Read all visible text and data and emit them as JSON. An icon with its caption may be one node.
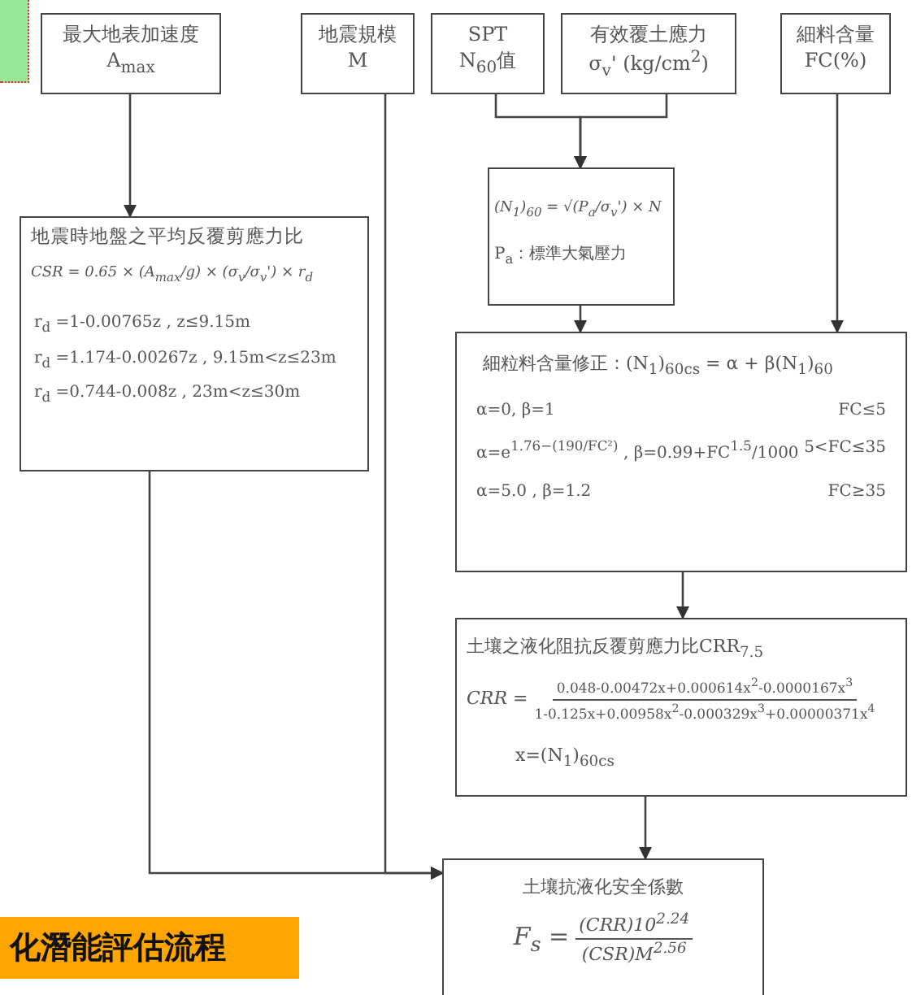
{
  "diagram": {
    "title": "化潛能評估流程",
    "nodes": [
      {
        "text": [
          "最大地表加速度",
          "A$_{max}$"
        ]
      },
      {
        "text": [
          "地震規模",
          "M"
        ]
      },
      {
        "text": [
          "SPT",
          "N$_{60}$值"
        ]
      },
      {
        "text": [
          "有效覆土應力",
          "σ$_{v}$' (kg/cm$^{2}$)"
        ]
      },
      {
        "text": [
          "細料含量",
          "FC(%)"
        ]
      },
      {
        "text": [
          "(N$_{1}$)$_{60}$ = √(P$_{a}$/σ$_{v}$') × N",
          "P$_{a}$：標準大氣壓力"
        ]
      },
      {
        "text": [
          "地震時地盤之平均反覆剪應力比",
          "CSR = 0.65 × (A$_{max}$/g) × (σ$_{v}$/σ$_{v}$') × r$_{d}$",
          "r$_{d}$ =1-0.00765z , z≤9.15m",
          "r$_{d}$ =1.174-0.00267z , 9.15m<z≤23m",
          "r$_{d}$ =0.744-0.008z , 23m<z≤30m"
        ]
      },
      {
        "text": [
          "細粒料含量修正：(N$_{1}$)$_{60cs}$ = α + β(N$_{1}$)$_{60}$",
          "α=0,  β=1",
          "FC≤5",
          "α=e$^{1.76−(190/FC²)}$ , β=0.99+FC$^{1.5}$/1000",
          "5<FC≤35",
          "α=5.0 , β=1.2",
          "FC≥35"
        ]
      },
      {
        "text": [
          "土壤之液化阻抗反覆剪應力比CRR$_{7.5}$",
          "CRR =",
          "0.048-0.00472x+0.000614x$^{2}$-0.0000167x$^{3}$",
          "1-0.125x+0.00958x$^{2}$-0.000329x$^{3}$+0.00000371x$^{4}$",
          "x=(N$_{1}$)$_{60cs}$"
        ]
      },
      {
        "text": [
          "土壤抗液化安全係數",
          "F$_{s}$ =",
          "(CRR)10$^{2.24}$",
          "(CSR)M$^{2.56}$"
        ]
      }
    ],
    "edges": [
      {
        "from": 0,
        "to": 6,
        "arrow": "to"
      },
      {
        "from": 2,
        "to": 5,
        "arrow": "to"
      },
      {
        "from": 3,
        "to": 5,
        "arrow": "to"
      },
      {
        "from": 5,
        "to": 7,
        "arrow": "to"
      },
      {
        "from": 4,
        "to": 7,
        "arrow": "to"
      },
      {
        "from": 7,
        "to": 8,
        "arrow": "to"
      },
      {
        "from": 8,
        "to": 9,
        "arrow": "to"
      },
      {
        "from": 6,
        "to": 9,
        "arrow": "to"
      },
      {
        "from": 1,
        "to": 9,
        "arrow": "to"
      }
    ]
  }
}
